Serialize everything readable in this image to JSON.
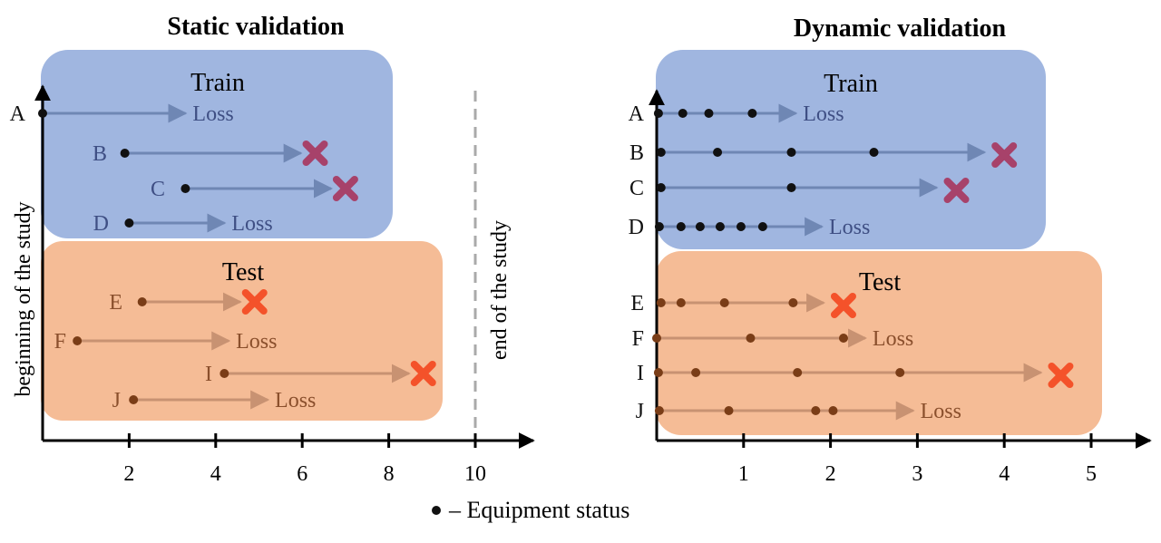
{
  "titles": {
    "static": "Static validation",
    "dynamic": "Dynamic validation"
  },
  "labels": {
    "train": "Train",
    "test": "Test",
    "loss": "Loss",
    "beginning": "beginning of the study",
    "end": "end of the study"
  },
  "legend": {
    "text": "– Equipment status"
  },
  "colors": {
    "train_box": "#a0b6e0",
    "test_box": "#f5bc96",
    "train_arrow": "#6f87b4",
    "test_arrow": "#c89272",
    "train_label": "#3f4f84",
    "test_label": "#8a4f2c",
    "cross_train": "#a7426a",
    "cross_test": "#f4522a",
    "dot_train": "#111111",
    "dot_test": "#7a3d17",
    "dashed": "#aaaaaa"
  },
  "chart_data": [
    {
      "type": "diagram",
      "title": "Static validation",
      "x_ticks": [
        2,
        4,
        6,
        8,
        10
      ],
      "end_line": 10,
      "rows": [
        {
          "id": "A",
          "group": "train",
          "start": 0,
          "end": 3.3,
          "outcome": "Loss"
        },
        {
          "id": "B",
          "group": "train",
          "start": 1.9,
          "end": 6.3,
          "outcome": "failure"
        },
        {
          "id": "C",
          "group": "train",
          "start": 3.3,
          "end": 7.0,
          "outcome": "failure"
        },
        {
          "id": "D",
          "group": "train",
          "start": 2.0,
          "end": 4.2,
          "outcome": "Loss"
        },
        {
          "id": "E",
          "group": "test",
          "start": 2.3,
          "end": 4.9,
          "outcome": "failure"
        },
        {
          "id": "F",
          "group": "test",
          "start": 0.8,
          "end": 4.3,
          "outcome": "Loss"
        },
        {
          "id": "I",
          "group": "test",
          "start": 4.2,
          "end": 8.8,
          "outcome": "failure"
        },
        {
          "id": "J",
          "group": "test",
          "start": 2.1,
          "end": 5.2,
          "outcome": "Loss"
        }
      ]
    },
    {
      "type": "diagram",
      "title": "Dynamic validation",
      "x_ticks": [
        1,
        2,
        3,
        4,
        5
      ],
      "rows": [
        {
          "id": "A",
          "group": "train",
          "points": [
            0.02,
            0.3,
            0.6,
            1.1
          ],
          "end": 1.6,
          "outcome": "Loss"
        },
        {
          "id": "B",
          "group": "train",
          "points": [
            0.05,
            0.7,
            1.55,
            2.5
          ],
          "end": 4.0,
          "outcome": "failure"
        },
        {
          "id": "C",
          "group": "train",
          "points": [
            0.05,
            1.55
          ],
          "end": 3.45,
          "outcome": "failure"
        },
        {
          "id": "D",
          "group": "train",
          "points": [
            0.03,
            0.28,
            0.5,
            0.73,
            0.97,
            1.22
          ],
          "end": 1.9,
          "outcome": "Loss"
        },
        {
          "id": "E",
          "group": "test",
          "points": [
            0.05,
            0.28,
            0.78,
            1.57
          ],
          "end": 2.15,
          "outcome": "failure"
        },
        {
          "id": "F",
          "group": "test",
          "points": [
            0.0,
            1.08,
            2.15
          ],
          "end": 2.4,
          "outcome": "Loss"
        },
        {
          "id": "I",
          "group": "test",
          "points": [
            0.02,
            0.45,
            1.62,
            2.8
          ],
          "end": 4.65,
          "outcome": "failure"
        },
        {
          "id": "J",
          "group": "test",
          "points": [
            0.03,
            0.83,
            1.83,
            2.03
          ],
          "end": 2.95,
          "outcome": "Loss"
        }
      ]
    }
  ]
}
